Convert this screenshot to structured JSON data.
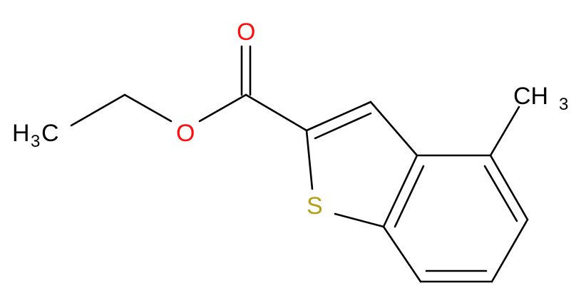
{
  "molecule": {
    "atom_labels": {
      "carbonyl_oxygen": "O",
      "ester_oxygen": "O",
      "sulfur": "S",
      "methyl_left_main": "H",
      "methyl_left_sub": "3",
      "methyl_left_tail": "C",
      "methyl_right_main": "CH",
      "methyl_right_sub": "3"
    },
    "colors": {
      "oxygen": "#ff0d0d",
      "sulfur": "#b2a017",
      "carbon": "#000000",
      "bond": "#000000"
    }
  }
}
